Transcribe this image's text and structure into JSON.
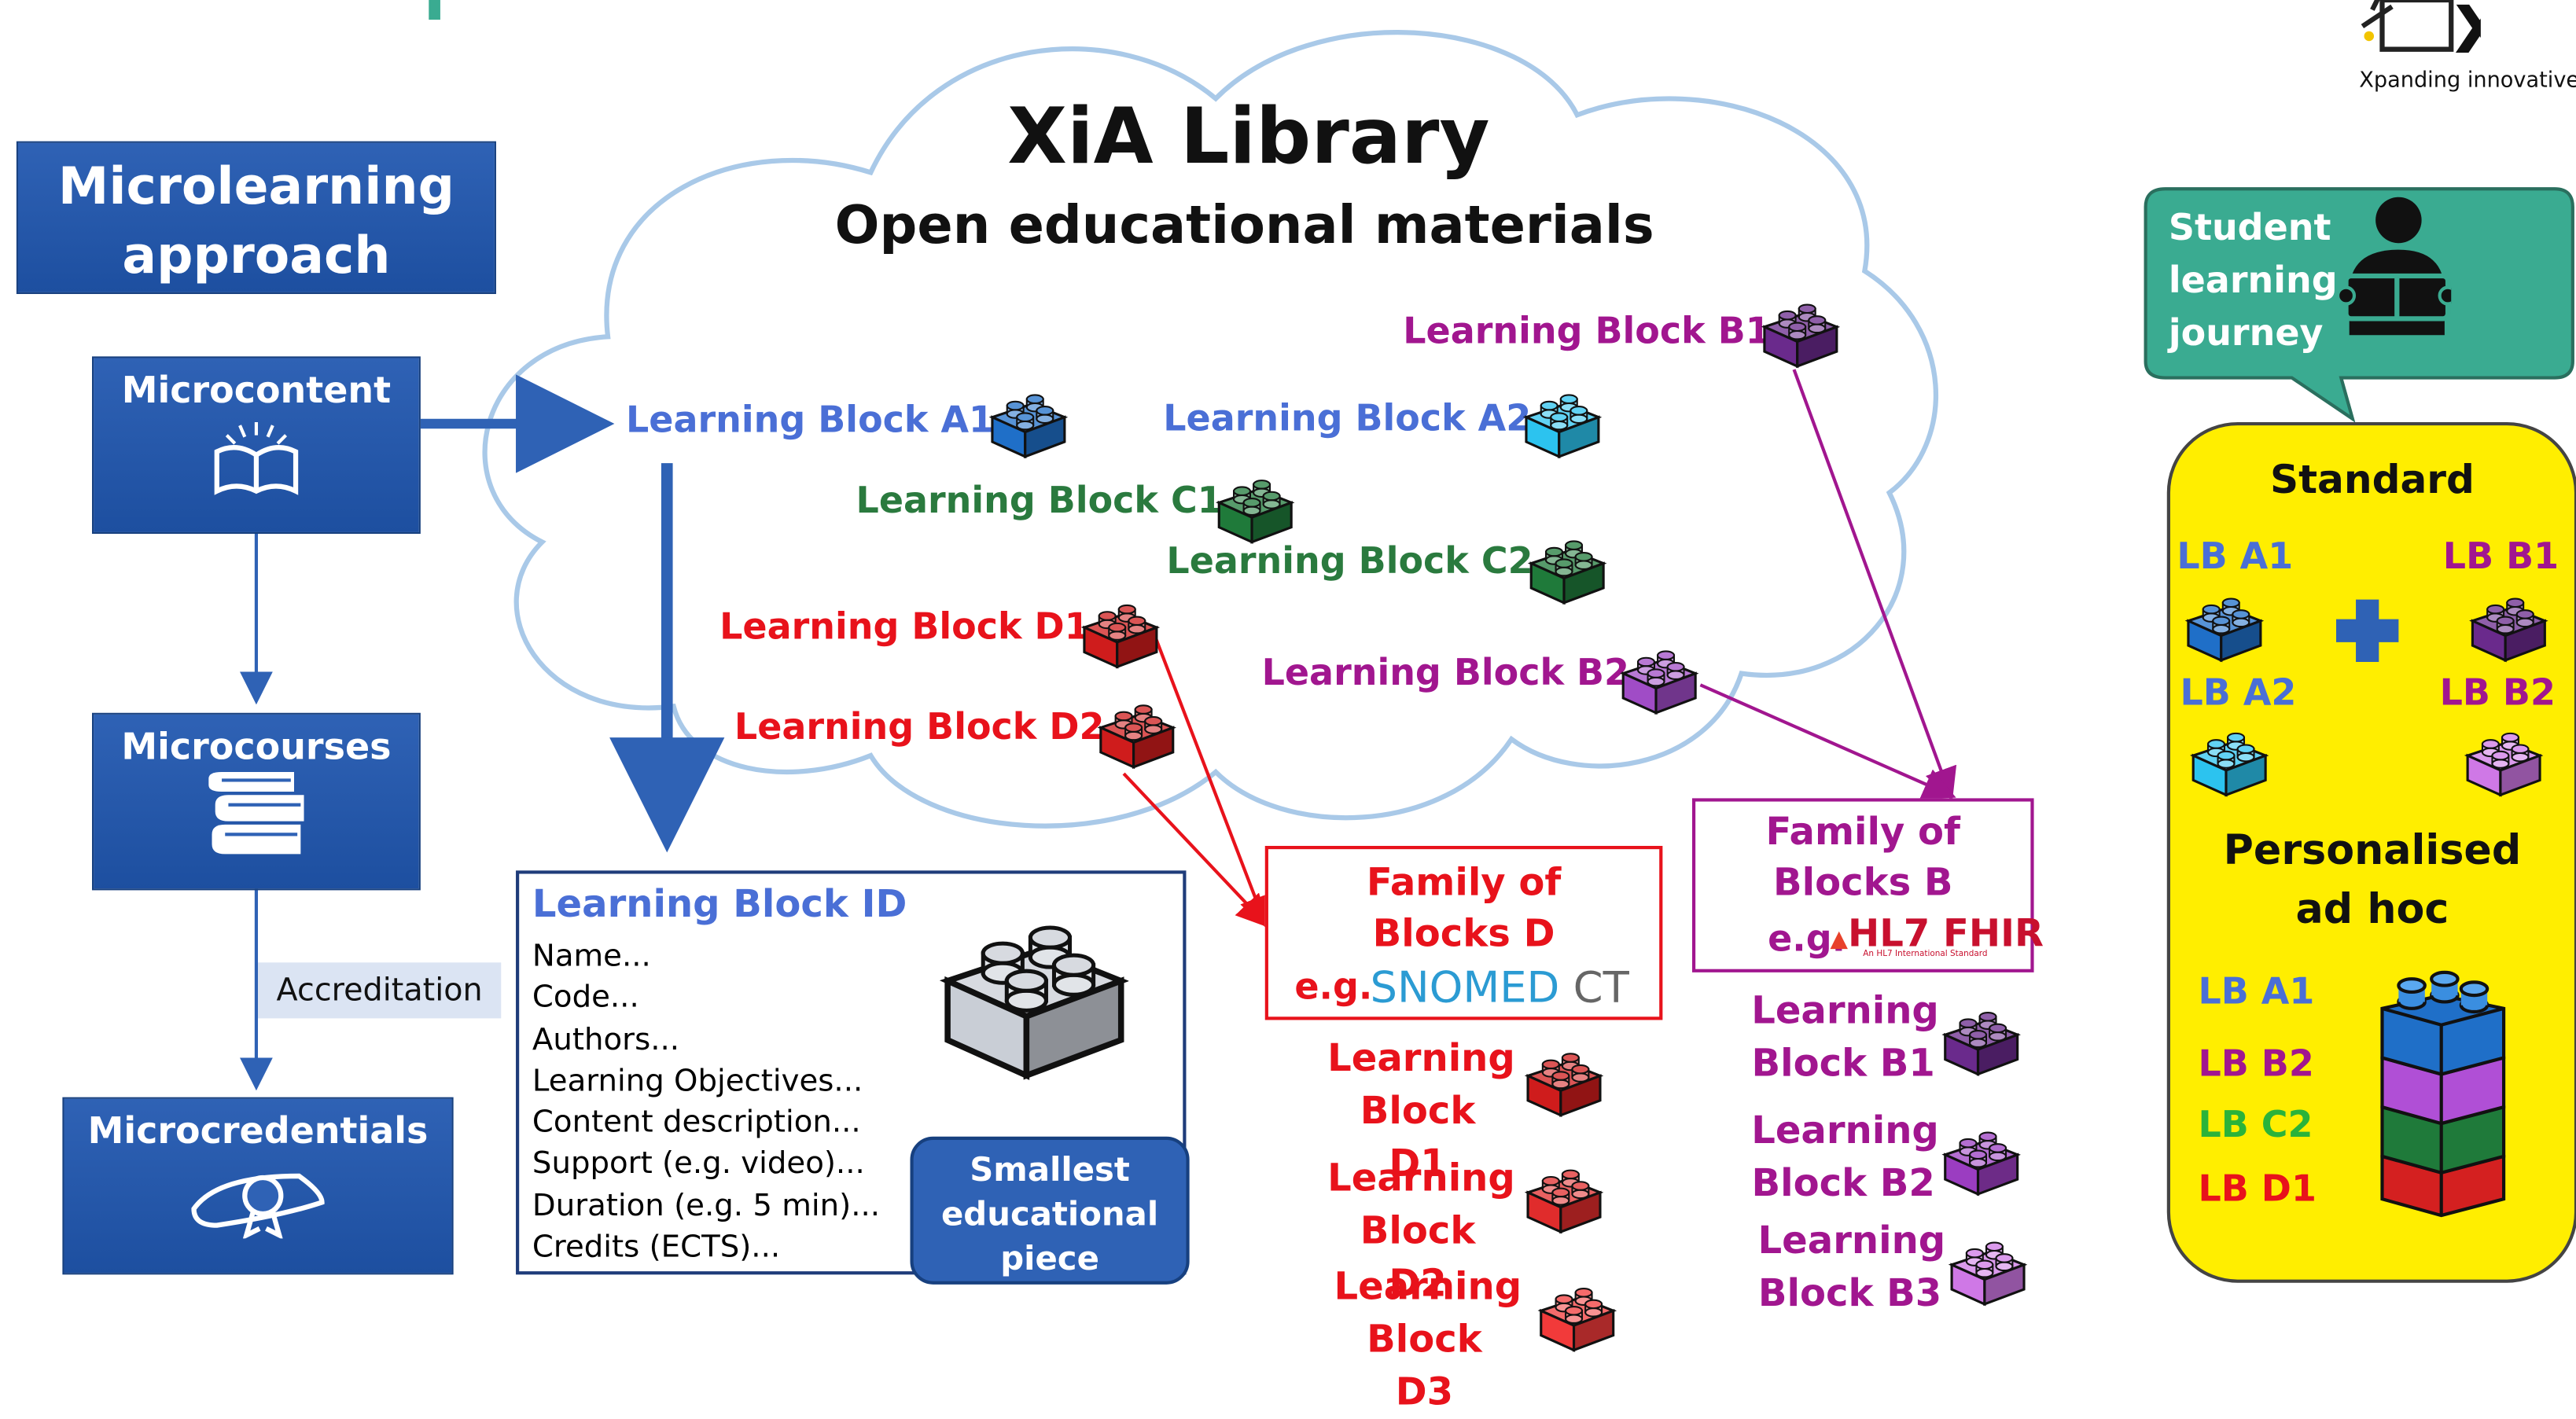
{
  "logo": {
    "tagline": "Xpanding innovative"
  },
  "cloud": {
    "title": "XiA Library",
    "subtitle": "Open educational materials"
  },
  "left": {
    "header": "Microlearning approach",
    "microcontent": "Microcontent",
    "microcourses": "Microcourses",
    "accreditation": "Accreditation",
    "microcredentials": "Microcredentials"
  },
  "blocks": {
    "a1": "Learning Block A1",
    "a2": "Learning Block A2",
    "b1": "Learning Block B1",
    "b2": "Learning Block B2",
    "c1": "Learning Block C1",
    "c2": "Learning Block C2",
    "d1": "Learning Block D1",
    "d2": "Learning Block D2"
  },
  "id_card": {
    "title": "Learning Block ID",
    "fields": [
      "Name...",
      "Code...",
      "Authors...",
      "Learning Objectives...",
      "Content description...",
      "Support (e.g. video)...",
      "Duration (e.g. 5 min)...",
      "Credits (ECTS)..."
    ],
    "badge": "Smallest educational piece"
  },
  "family_d": {
    "title_1": "Family of",
    "title_2": "Blocks D",
    "eg": "e.g.",
    "logo_a": "SNOMED",
    "logo_b": " CT",
    "items": [
      [
        "Learning",
        "Block D1"
      ],
      [
        "Learning",
        "Block D2"
      ],
      [
        "Learning",
        "Block D3"
      ]
    ]
  },
  "family_b": {
    "title_1": "Family of",
    "title_2": "Blocks B",
    "eg": "e.g.",
    "logo_a": "HL7",
    "logo_b": " FHIR",
    "logo_small": "An HL7 International Standard",
    "items": [
      [
        "Learning",
        "Block B1"
      ],
      [
        "Learning",
        "Block B2"
      ],
      [
        "Learning",
        "Block B3"
      ]
    ]
  },
  "journey": {
    "bubble": "Student learning journey"
  },
  "panel": {
    "standard": "Standard",
    "lb_a1": "LB A1",
    "lb_b1": "LB B1",
    "lb_a2": "LB A2",
    "lb_b2": "LB B2",
    "personalised_1": "Personalised",
    "personalised_2": "ad hoc",
    "stack": [
      "LB A1",
      "LB B2",
      "LB C2",
      "LB D1"
    ]
  },
  "colors": {
    "blue": "#4a6fd6",
    "cyan": "#2cc3ef",
    "green": "#2a7a3e",
    "red": "#e8121b",
    "purple": "#a1168f",
    "teal": "#3aab91",
    "yellow": "#ffee00",
    "navy": "#1f52a3"
  }
}
